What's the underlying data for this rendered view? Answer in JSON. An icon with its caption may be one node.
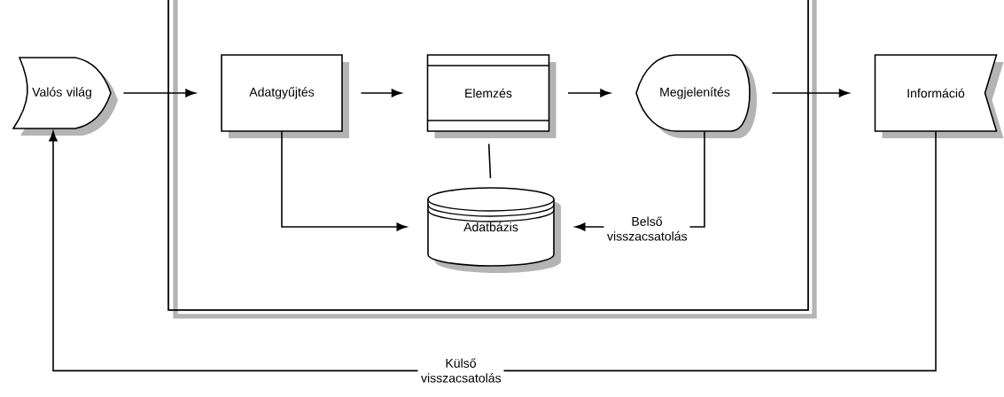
{
  "diagram": {
    "nodes": [
      {
        "text": [],
        "shape": "box"
      },
      {
        "text": [
          "Valós világ"
        ]
      },
      {
        "text": [
          "Adatgyűjtés"
        ],
        "in": 0
      },
      {
        "text": [
          "Elemzés"
        ],
        "in": 0
      },
      {
        "text": [
          "Megjelenítés"
        ],
        "in": 0
      },
      {
        "text": [
          "Adatbázis"
        ],
        "in": 0
      },
      {
        "text": [
          "Információ"
        ]
      }
    ],
    "edges": [
      {
        "from": 1,
        "to": 2,
        "arrow": "to"
      },
      {
        "from": 2,
        "to": 3,
        "arrow": "to"
      },
      {
        "from": 3,
        "to": 4,
        "arrow": "to"
      },
      {
        "from": 2,
        "to": 5,
        "arrow": "to"
      },
      {
        "from": 3,
        "to": 5,
        "arrow": "none"
      },
      {
        "from": 4,
        "to": 5,
        "arrow": "to",
        "label": "Belső visszacsatolás"
      },
      {
        "from": 4,
        "to": 6,
        "arrow": "to"
      },
      {
        "from": 6,
        "to": 1,
        "arrow": "to",
        "label": "Külső visszacsatolás"
      }
    ]
  }
}
